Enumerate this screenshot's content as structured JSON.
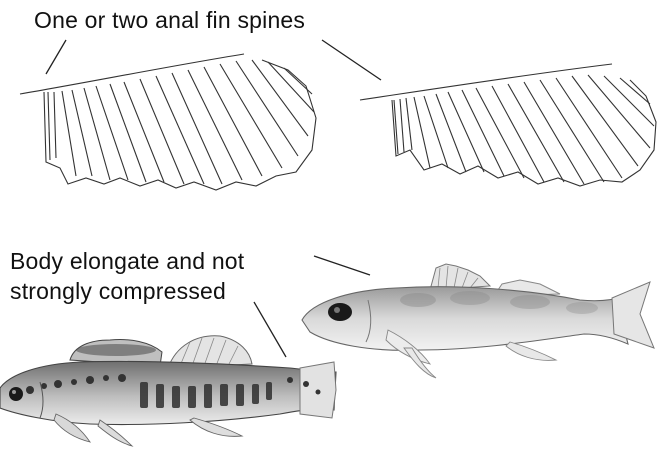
{
  "labels": {
    "anal_fin_spines": "One or two anal fin spines",
    "body_line_1": "Body elongate and not",
    "body_line_2": "strongly compressed"
  },
  "colors": {
    "line": "#333333",
    "fish_body": "#d8d8d8",
    "fish_dark": "#4a4a4a",
    "background": "#ffffff"
  }
}
